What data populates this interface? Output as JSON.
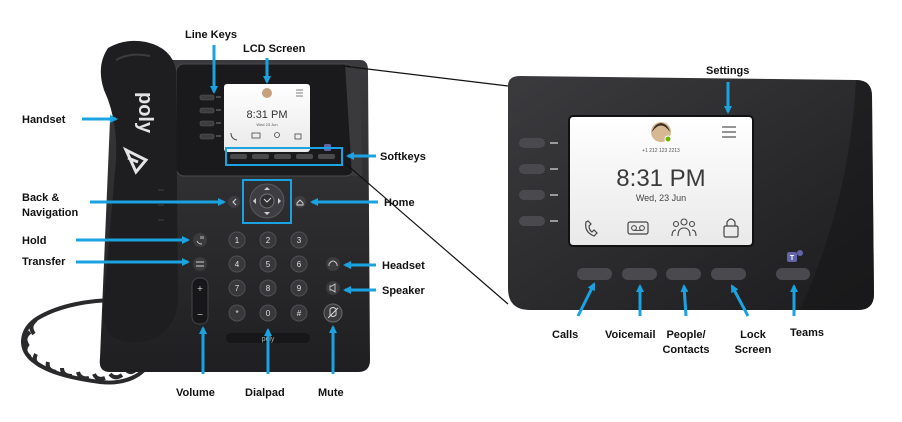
{
  "labels": {
    "line_keys": "Line Keys",
    "lcd_screen": "LCD Screen",
    "handset": "Handset",
    "softkeys": "Softkeys",
    "back_nav_1": "Back &",
    "back_nav_2": "Navigation",
    "home": "Home",
    "hold": "Hold",
    "transfer": "Transfer",
    "headset": "Headset",
    "speaker": "Speaker",
    "volume": "Volume",
    "dialpad": "Dialpad",
    "mute": "Mute",
    "settings": "Settings",
    "calls": "Calls",
    "voicemail": "Voicemail",
    "people_1": "People/",
    "people_2": "Contacts",
    "lock_1": "Lock",
    "lock_2": "Screen",
    "teams": "Teams"
  },
  "brand": "poly",
  "screen": {
    "time": "8:31 PM",
    "date": "Wed, 23 Jun",
    "number": "+1 212 123 2213",
    "small_time": "8:31 PM",
    "small_date": "Wed 23 Jun"
  },
  "dialpad_keys": [
    "1",
    "2",
    "3",
    "4",
    "5",
    "6",
    "7",
    "8",
    "9",
    "*",
    "0",
    "#"
  ],
  "colors": {
    "arrow": "#1aa3e0",
    "phone_body": "#2b2b2d",
    "screen_bg": "#f4f4f4",
    "teams": "#6264a7",
    "presence": "#6bb700"
  },
  "icons": [
    "phone-icon",
    "voicemail-icon",
    "people-icon",
    "lock-icon",
    "menu-icon",
    "avatar",
    "teams-icon",
    "poly-logo"
  ]
}
